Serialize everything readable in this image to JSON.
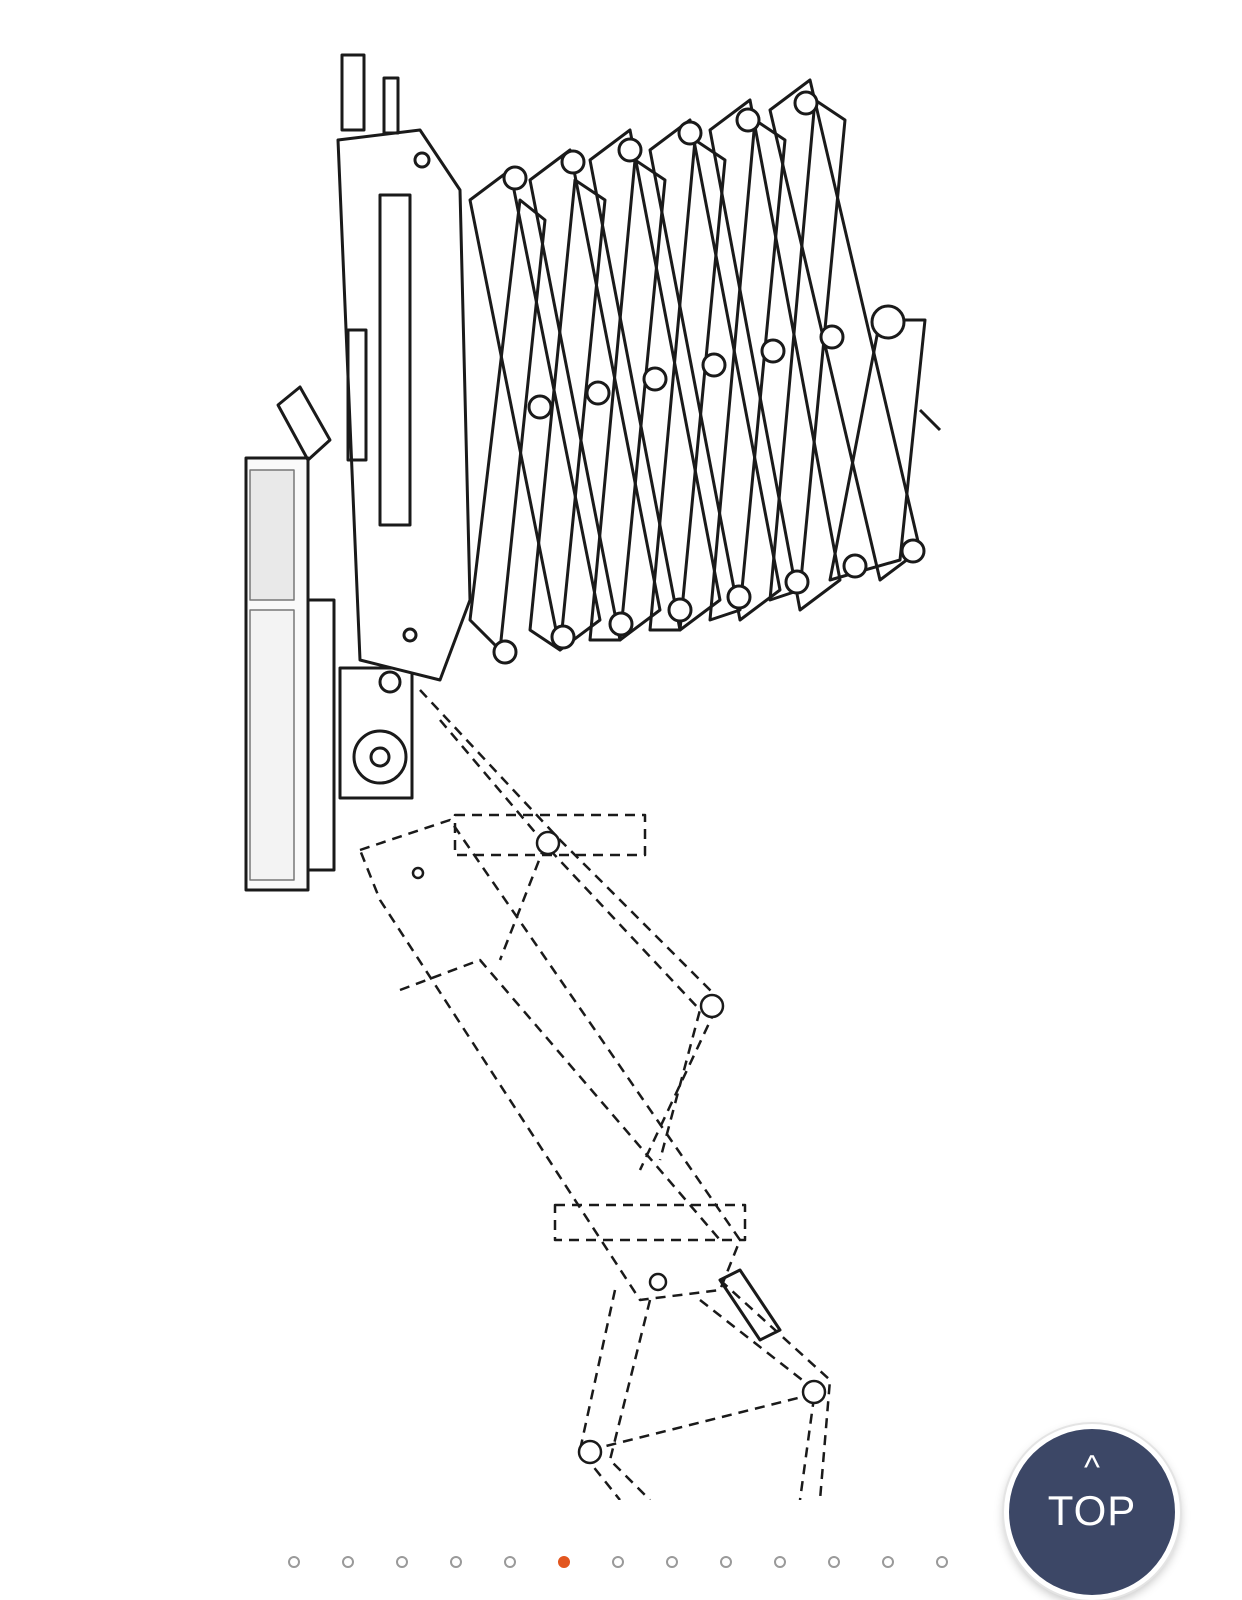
{
  "image": {
    "description_icon": "scissor-arm-lamp-technical-drawing",
    "line_color": "#1a1a1a"
  },
  "carousel": {
    "total": 13,
    "active_index": 5,
    "active_color": "#e2561f",
    "inactive_color": "#9a9a9a"
  },
  "top_button": {
    "caret": "^",
    "label": "TOP",
    "background": "#3c4766"
  }
}
